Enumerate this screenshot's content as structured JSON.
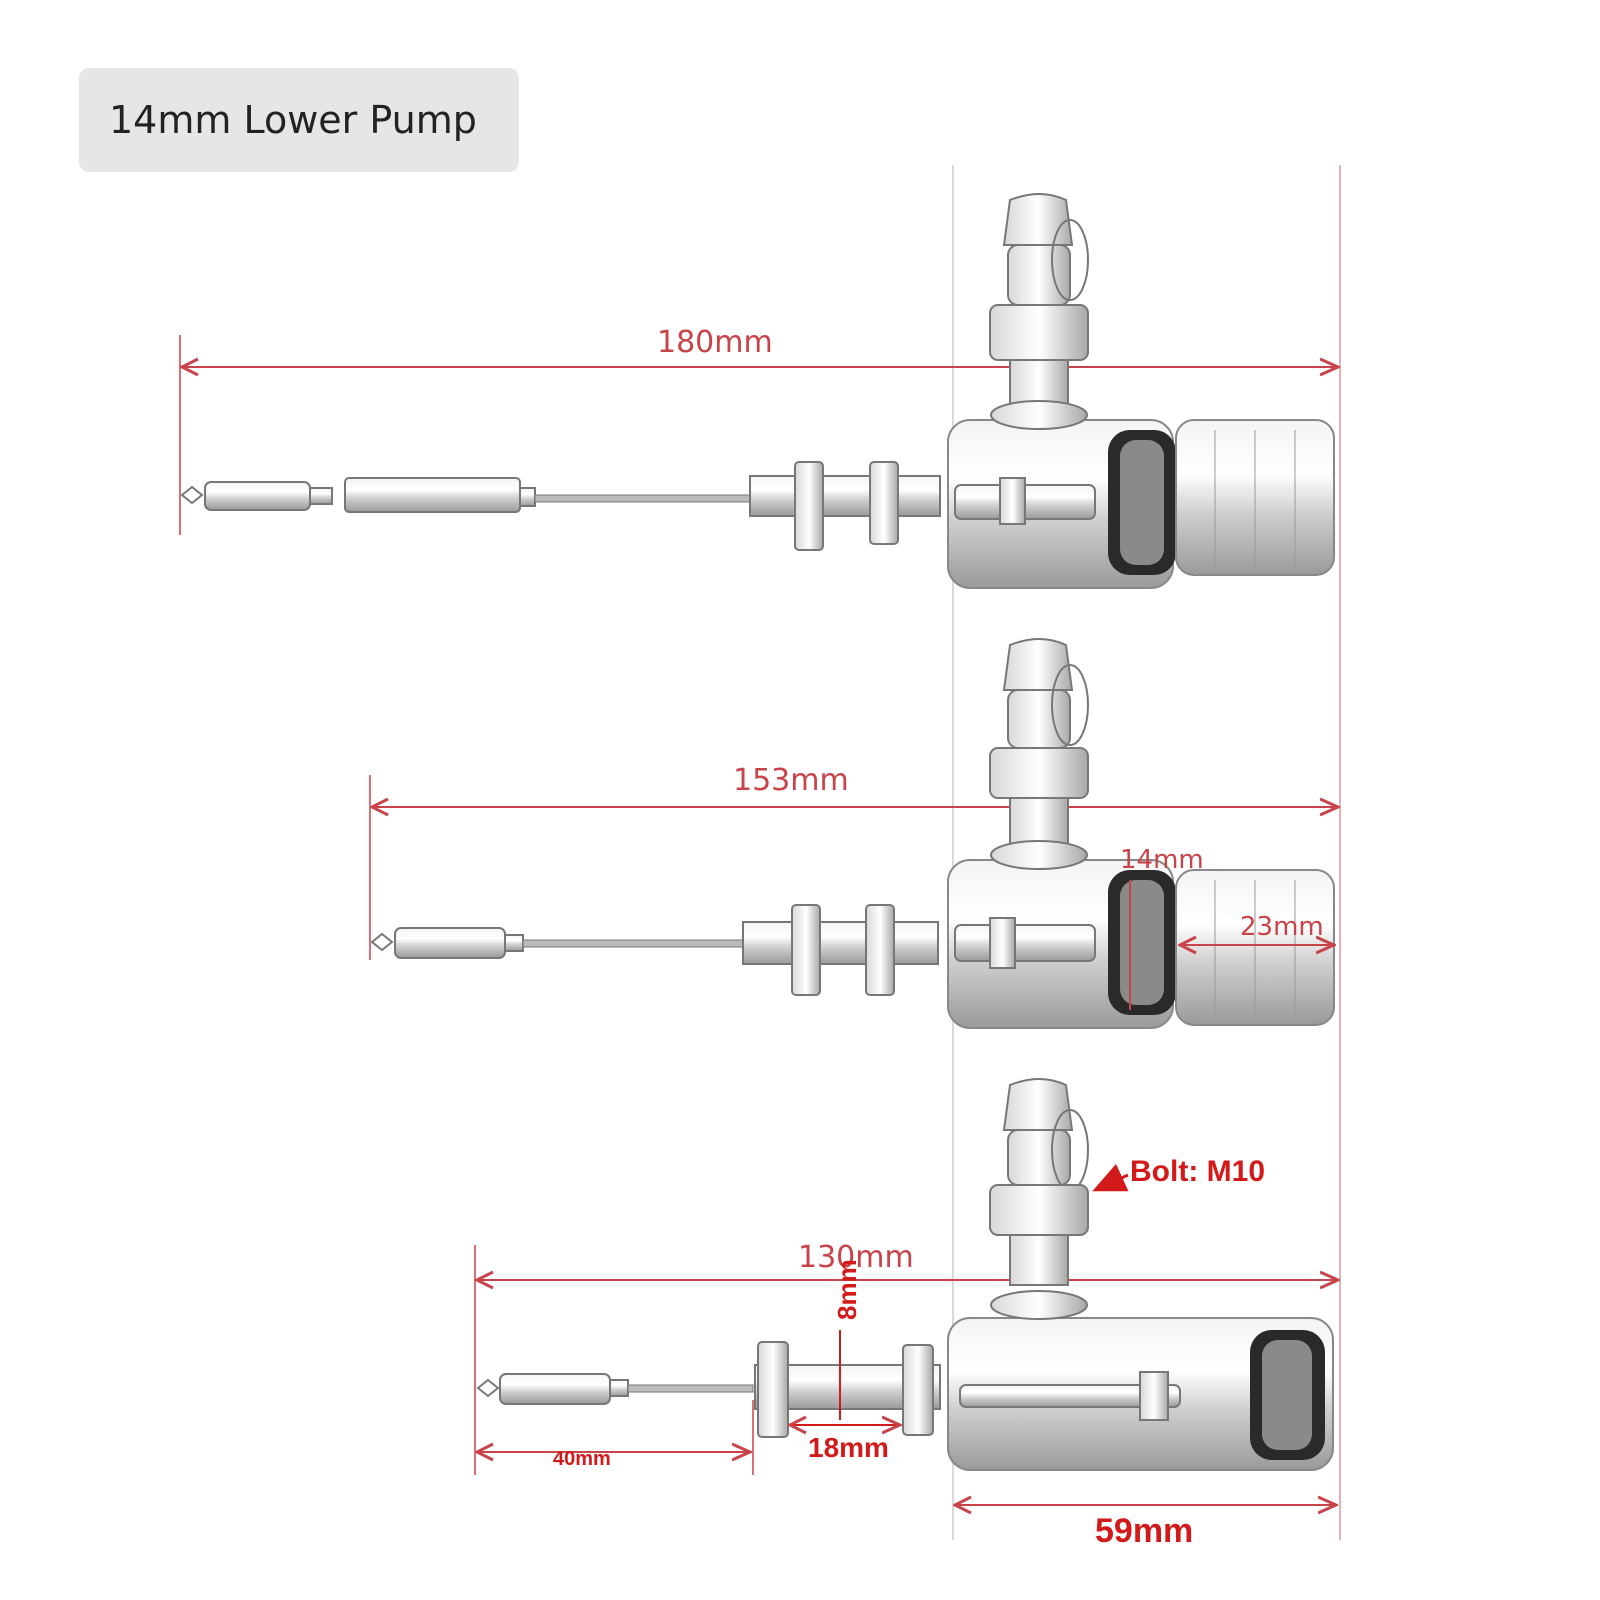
{
  "title": "14mm Lower Pump",
  "colors": {
    "dimension": "#c8444a",
    "dimension_bold": "#d21a1a",
    "title_bg": "#e6e6e6",
    "metal": "#b9b9b9",
    "seal": "#2a2a2a"
  },
  "pumps": [
    {
      "label": "180mm"
    },
    {
      "label": "153mm",
      "detail_labels": [
        "14mm",
        "23mm"
      ]
    },
    {
      "label": "130mm",
      "detail_labels": [
        "8mm",
        "18mm",
        "40mm",
        "59mm"
      ],
      "bolt_label": "Bolt: M10"
    }
  ]
}
